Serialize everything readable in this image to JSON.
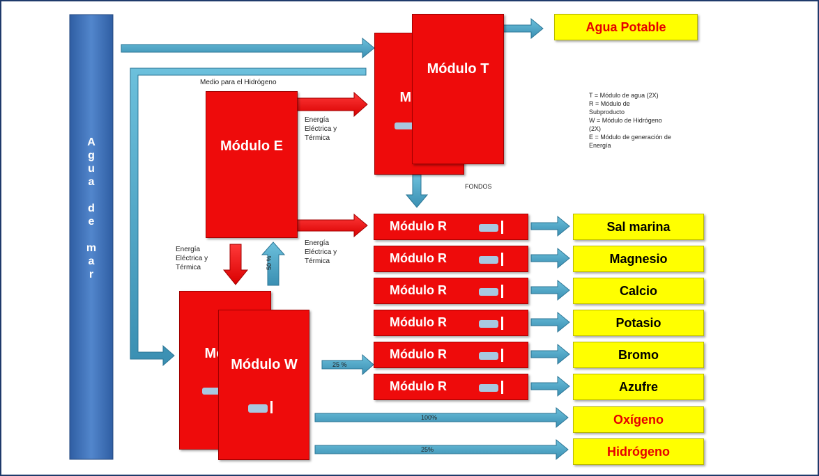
{
  "sidebar": {
    "letters": [
      "A",
      "g",
      "u",
      "a",
      "",
      "d",
      "e",
      "",
      "m",
      "a",
      "r"
    ]
  },
  "modules": {
    "t_back_label": "Mó",
    "t_front_label": "Módulo T",
    "e_label": "Módulo E",
    "w_back_label": "Mó",
    "w_front_label": "Módulo W",
    "r_label": "Módulo R"
  },
  "labels": {
    "medio_hidrogeno": "Medio para el Hidrógeno",
    "energia_1": "Energía Eléctrica y Térmica",
    "energia_2": "Energía Eléctrica y Térmica",
    "energia_3": "Energía Eléctrica y Térmica",
    "fondos": "FONDOS",
    "pct_50": "50 %",
    "pct_25_r": "25 %",
    "pct_100": "100%",
    "pct_25_h": "25%"
  },
  "legend": [
    "T = Módulo de agua (2X)",
    "R = Módulo de Subproducto",
    "W = Módulo de Hidrógeno (2X)",
    "E = Módulo de generación de Energía"
  ],
  "outputs": {
    "agua_potable": "Agua Potable",
    "products": [
      "Sal marina",
      "Magnesio",
      "Calcio",
      "Potasio",
      "Bromo",
      "Azufre"
    ],
    "oxigeno": "Oxígeno",
    "hidrogeno": "Hidrógeno"
  },
  "colors": {
    "red": "#ee0b0b",
    "yellow": "#ffff00",
    "arrow": "#4aa3c4",
    "sidebar": "#3f6fb5"
  }
}
